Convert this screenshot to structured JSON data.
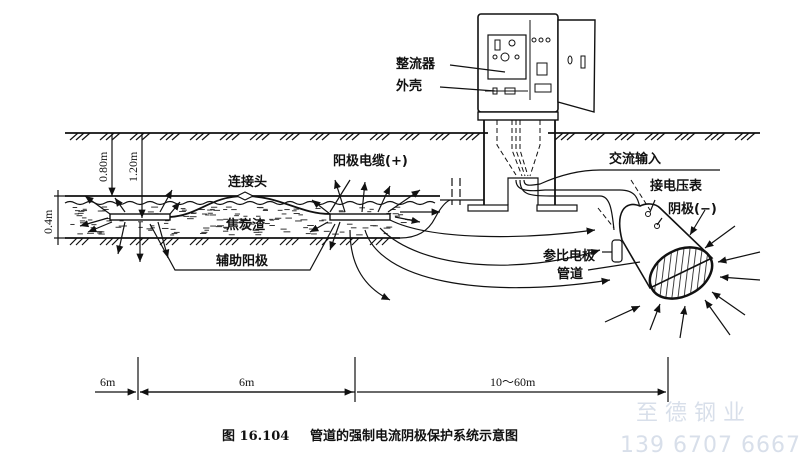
{
  "labels": {
    "rectifier": "整流器",
    "housing": "外壳",
    "ac_input": "交流输入",
    "voltmeter_terminal": "接电压表",
    "cathode": "阴极(−)",
    "reference_electrode": "参比电极",
    "pipeline": "管道",
    "anode_cable": "阳极电缆(+)",
    "connector": "连接头",
    "coke_breeze": "焦炭渣",
    "auxiliary_anode": "辅助阳极"
  },
  "dimensions": {
    "depth_top": "0.80m",
    "depth_bottom": "1.20m",
    "bed_thickness": "0.4m",
    "span_1": "6m",
    "span_2": "6m",
    "span_3": "10～60m"
  },
  "caption": {
    "figure_no": "图 16.104",
    "title": "管道的强制电流阴极保护系统示意图"
  },
  "watermark": {
    "company": "至 德 钢 业",
    "phone": "139 6707 6667"
  }
}
